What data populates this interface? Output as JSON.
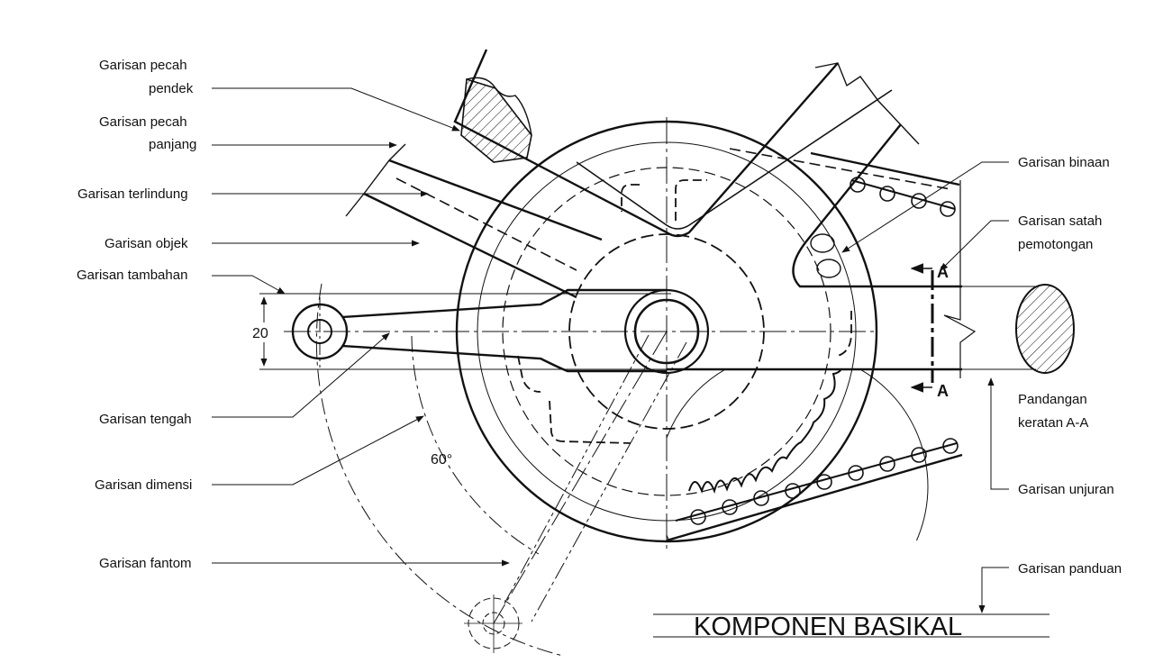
{
  "title": "KOMPONEN BASIKAL",
  "labels": {
    "garisan_pecah_pendek": [
      "Garisan pecah",
      "pendek"
    ],
    "garisan_pecah_panjang": [
      "Garisan pecah",
      "panjang"
    ],
    "garisan_terlindung": "Garisan terlindung",
    "garisan_objek": "Garisan objek",
    "garisan_tambahan": "Garisan tambahan",
    "garisan_tengah": "Garisan tengah",
    "garisan_dimensi": "Garisan dimensi",
    "garisan_fantom": "Garisan fantom",
    "garisan_binaan": "Garisan binaan",
    "garisan_satah_pemotongan": [
      "Garisan satah",
      "pemotongan"
    ],
    "pandangan_keratan": [
      "Pandangan",
      "keratan A-A"
    ],
    "garisan_unjuran": "Garisan unjuran",
    "garisan_panduan": "Garisan panduan"
  },
  "dimensions": {
    "height_value": "20",
    "angle_value": "60°"
  },
  "section_marker": "A"
}
